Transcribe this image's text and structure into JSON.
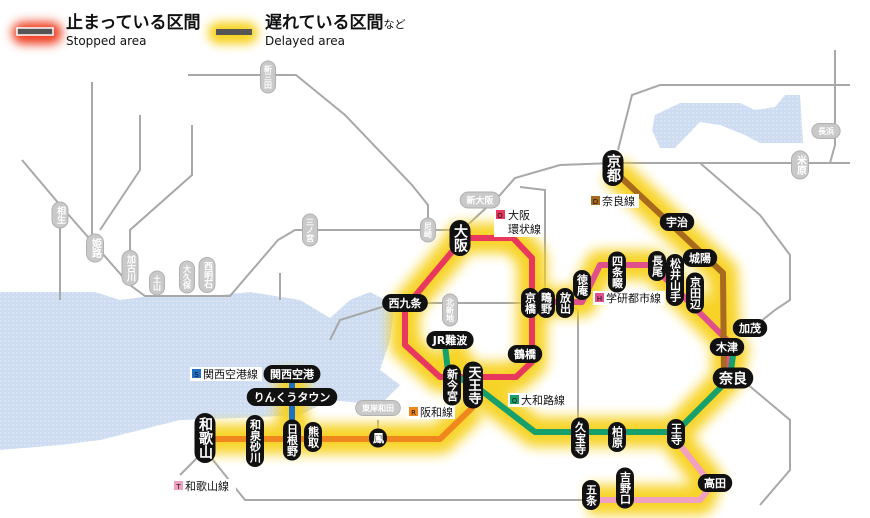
{
  "legend": {
    "stopped": {
      "label": "止まっている区間",
      "sub": "Stopped area",
      "color": "#ee3a1c"
    },
    "delayed": {
      "label": "遅れている区間",
      "suffix": "など",
      "sub": "Delayed area",
      "color": "#f7d11e"
    }
  },
  "lines": {
    "osaka_loop": {
      "code": "O",
      "name1": "大阪",
      "name2": "環状線",
      "color": "#e8385e",
      "status": "delayed"
    },
    "gakken": {
      "code": "H",
      "name": "学研都市線",
      "color": "#e0508a",
      "status": "delayed"
    },
    "nara": {
      "code": "D",
      "name": "奈良線",
      "color": "#a86a1e",
      "status": "delayed"
    },
    "yamatoji": {
      "code": "Q",
      "name": "大和路線",
      "color": "#16a06c",
      "status": "delayed"
    },
    "hanwa": {
      "code": "R",
      "name": "阪和線",
      "color": "#f0861e",
      "status": "delayed"
    },
    "kanku": {
      "code": "S",
      "name": "関西空港線",
      "color": "#1f6fc4",
      "status": "delayed"
    },
    "wakayama": {
      "code": "T",
      "name": "和歌山線",
      "color": "#f2a0c0",
      "status": "delayed"
    }
  },
  "stations": {
    "osaka": "大阪",
    "nishikujo": "西九条",
    "kyobashi": "京橋",
    "tsuruhashi": "鶴橋",
    "jrnamba": "JR難波",
    "shinimamiya": "新今宮",
    "tennoji": "天王寺",
    "shigino": "鴫野",
    "hanaten": "放出",
    "tokuan": "徳庵",
    "shijonawate": "四条畷",
    "nagao": "長尾",
    "matsuiyamate": "松井山手",
    "kyotanabe": "京田辺",
    "kyoto": "京都",
    "uji": "宇治",
    "joyo": "城陽",
    "kizu": "木津",
    "kamo": "加茂",
    "nara": "奈良",
    "kyuhoji": "久宝寺",
    "kashiwara": "柏原",
    "oji": "王寺",
    "takada": "高田",
    "yoshinoguchi": "吉野口",
    "gojo": "五条",
    "wakayama": "和歌山",
    "izumisunagawa": "和泉砂川",
    "hineno": "日根野",
    "kumatori": "熊取",
    "otori": "鳳",
    "kansaiairport": "関西空港",
    "rinkutown": "りんくうタウン"
  },
  "gray_stations": {
    "himeji": "姫路",
    "aioi": "相生",
    "kakogawa": "加古川",
    "tsuchiyama": "土山",
    "okubo": "大久保",
    "nishiakashi": "西明石",
    "sannomiya": "三ノ宮",
    "shinsanda": "新三田",
    "shinosaka": "新大阪",
    "amagasaki": "尼崎",
    "kitashinchi": "北新地",
    "maibara": "米原",
    "nagahama": "長浜",
    "higashikishiwada": "東岸和田"
  }
}
